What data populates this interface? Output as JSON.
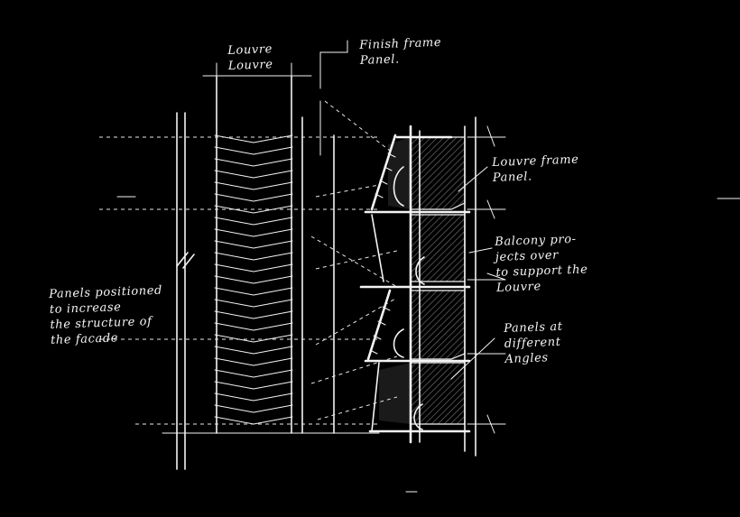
{
  "annotations": {
    "top_left_label": "Louvre\nLouvre",
    "top_right_label": "Finish frame\nPanel.",
    "right_label_1": "Louvre frame\nPanel.",
    "right_label_2": "Balcony pro-\njects over\nto support the\nLouvre",
    "right_label_3": "Panels at\ndifferent\nAngles",
    "left_label": "Panels positioned\nto increase\nthe structure of\nthe facade"
  },
  "colors": {
    "background": "#000000",
    "ink": "#f4f4f4"
  }
}
